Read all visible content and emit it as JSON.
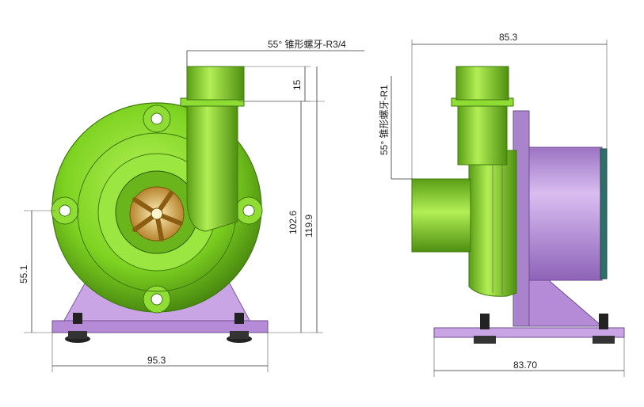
{
  "front_view": {
    "thread_label": "55° 锥形螺牙-R3/4",
    "dim_outlet_height": "15",
    "dim_inner_height": "102.6",
    "dim_total_height": "119.9",
    "dim_center_height": "55.1",
    "dim_width": "95.3"
  },
  "side_view": {
    "thread_label": "55° 锥形螺牙-R1",
    "dim_top_width": "85.3",
    "dim_base_width": "83.70"
  },
  "colors": {
    "housing_green": "#7ed321",
    "housing_dark": "#4e8f10",
    "motor_purple": "#b58ad6",
    "base_purple": "#c9a5e6",
    "impeller_gold": "#d9a441"
  }
}
